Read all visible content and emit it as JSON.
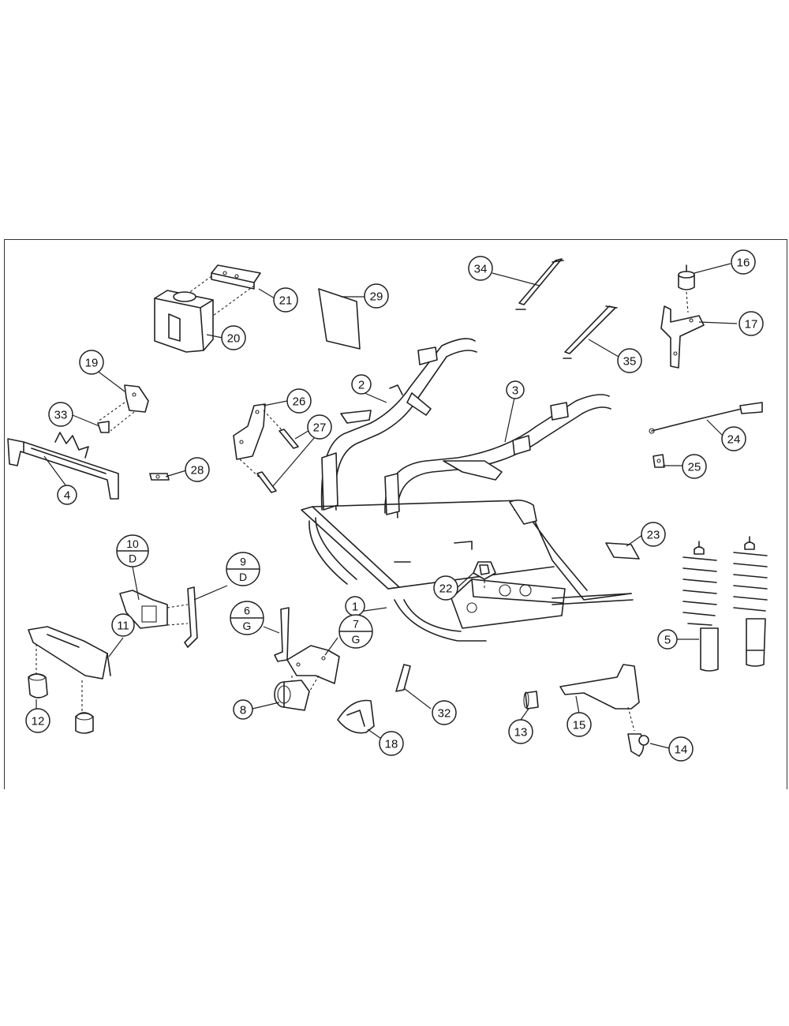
{
  "diagram": {
    "callouts": [
      {
        "id": "1",
        "label": "1"
      },
      {
        "id": "2",
        "label": "2"
      },
      {
        "id": "3",
        "label": "3"
      },
      {
        "id": "4",
        "label": "4"
      },
      {
        "id": "5",
        "label": "5"
      },
      {
        "id": "8",
        "label": "8"
      },
      {
        "id": "11",
        "label": "11"
      },
      {
        "id": "12",
        "label": "12"
      },
      {
        "id": "13",
        "label": "13"
      },
      {
        "id": "14",
        "label": "14"
      },
      {
        "id": "15",
        "label": "15"
      },
      {
        "id": "16",
        "label": "16"
      },
      {
        "id": "17",
        "label": "17"
      },
      {
        "id": "18",
        "label": "18"
      },
      {
        "id": "19",
        "label": "19"
      },
      {
        "id": "20",
        "label": "20"
      },
      {
        "id": "21",
        "label": "21"
      },
      {
        "id": "22",
        "label": "22"
      },
      {
        "id": "23",
        "label": "23"
      },
      {
        "id": "24",
        "label": "24"
      },
      {
        "id": "25",
        "label": "25"
      },
      {
        "id": "26",
        "label": "26"
      },
      {
        "id": "27",
        "label": "27"
      },
      {
        "id": "28",
        "label": "28"
      },
      {
        "id": "29",
        "label": "29"
      },
      {
        "id": "32",
        "label": "32"
      },
      {
        "id": "33",
        "label": "33"
      },
      {
        "id": "34",
        "label": "34"
      },
      {
        "id": "35",
        "label": "35"
      }
    ],
    "split_callouts": [
      {
        "id": "10",
        "top": "10",
        "bottom": "D"
      },
      {
        "id": "9",
        "top": "9",
        "bottom": "D"
      },
      {
        "id": "6",
        "top": "6",
        "bottom": "G"
      },
      {
        "id": "7",
        "top": "7",
        "bottom": "G"
      }
    ]
  }
}
